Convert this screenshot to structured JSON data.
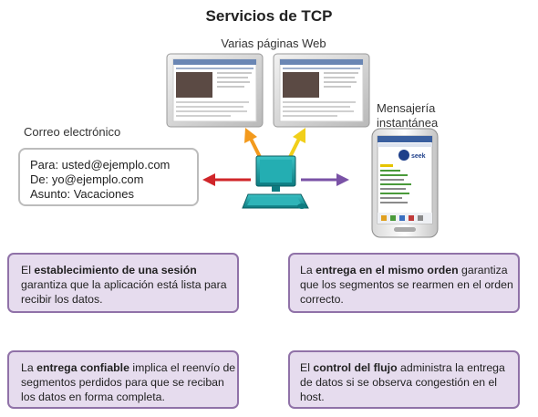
{
  "title": "Servicios de TCP",
  "web_label": "Varias páginas Web",
  "im_label": [
    "Mensajería",
    "instantánea"
  ],
  "email_label": "Correo electrónico",
  "email": {
    "to": "Para: usted@ejemplo.com",
    "from": "De: yo@ejemplo.com",
    "subject": "Asunto: Vacaciones"
  },
  "callouts": [
    {
      "pre": "El ",
      "bold": "establecimiento de una sesión",
      "post": " garantiza que la aplicación está lista para recibir los datos."
    },
    {
      "pre": "La ",
      "bold": "entrega en el mismo orden",
      "post": " garantiza que los segmentos se rearmen en el orden correcto."
    },
    {
      "pre": "La ",
      "bold": "entrega confiable",
      "post": " implica el reenvío de segmentos perdidos para que se reciban los datos en forma completa."
    },
    {
      "pre": "El ",
      "bold": "control del flujo",
      "post": " administra la entrega de datos si se observa congestión en el host."
    }
  ],
  "im_window": {
    "logo": "seek"
  },
  "colors": {
    "arrow_left": "#d0262a",
    "arrow_right": "#7a52a6",
    "arrow_up_left": "#f39a1d",
    "arrow_up_right": "#f1cf1a",
    "computer": "#1a9a9e",
    "callout_fill": "#e6dcee",
    "callout_border": "#9072a8"
  }
}
